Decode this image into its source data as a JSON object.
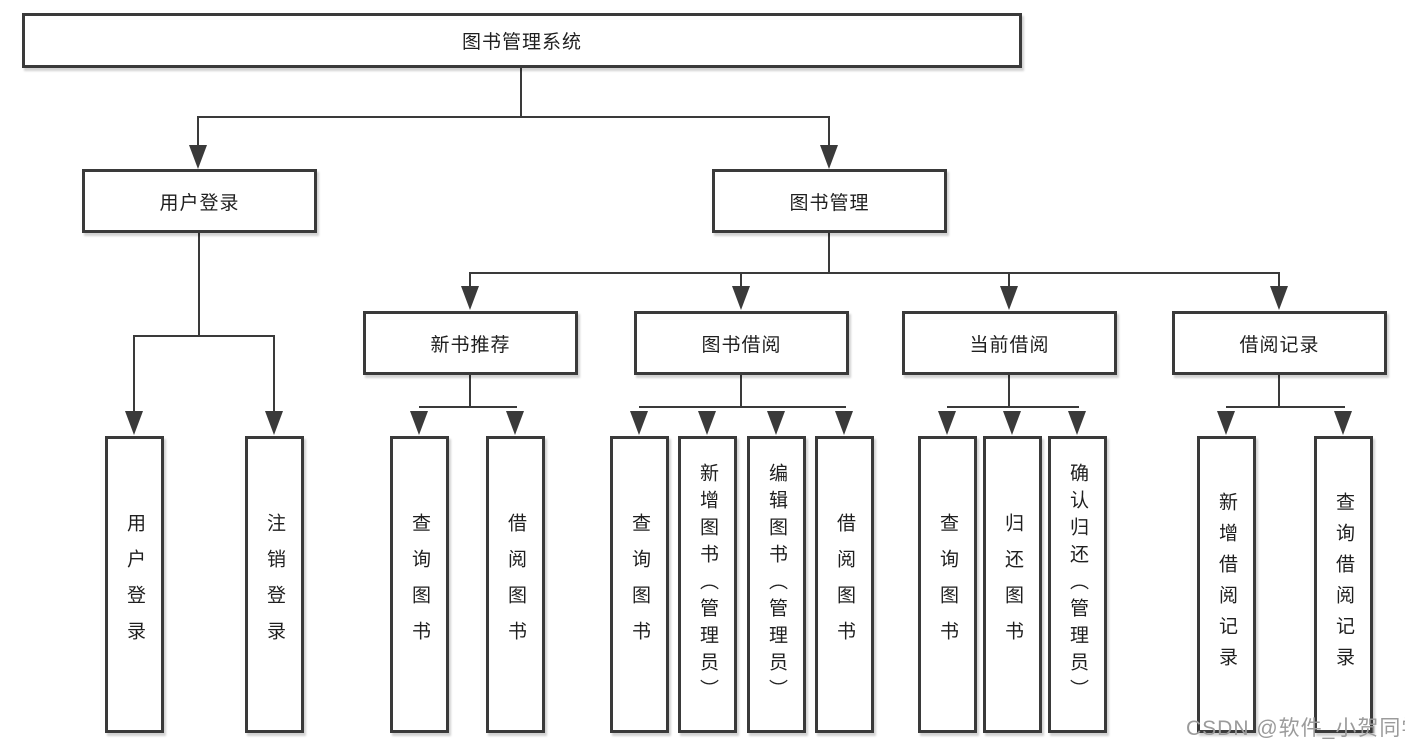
{
  "diagram": {
    "root_label": "图书管理系统",
    "level2": {
      "user": "用户登录",
      "book": "图书管理"
    },
    "level3": {
      "newbook": "新书推荐",
      "borrow": "图书借阅",
      "current": "当前借阅",
      "records": "借阅记录"
    },
    "leaves": {
      "user": [
        "用户登录",
        "注销登录"
      ],
      "newbook": [
        "查询图书",
        "借阅图书"
      ],
      "borrow": [
        "查询图书",
        "新增图书（管理员）",
        "编辑图书（管理员）",
        "借阅图书"
      ],
      "current": [
        "查询图书",
        "归还图书",
        "确认归还（管理员）"
      ],
      "records": [
        "新增借阅记录",
        "查询借阅记录"
      ]
    },
    "watermark": "CSDN @软件_小贺同学",
    "colors": {
      "line": "#3a3a3a",
      "text": "#1f1f1f",
      "watermark": "#9b9b9b",
      "background": "#ffffff"
    }
  }
}
